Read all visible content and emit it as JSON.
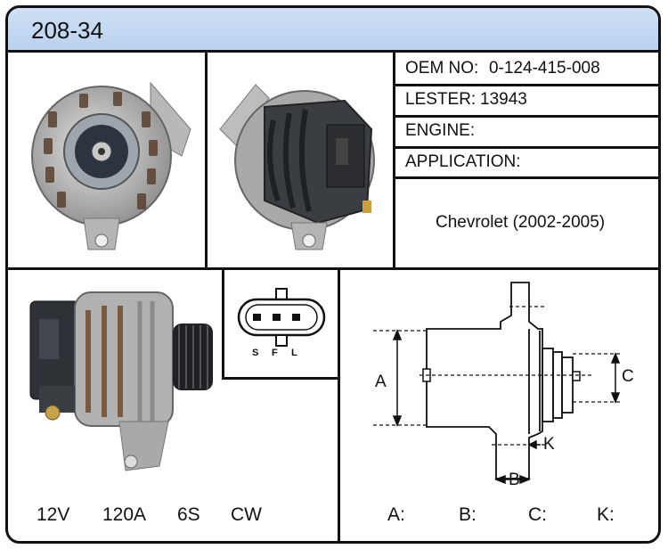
{
  "title": "208-34",
  "specs": {
    "oem_label": "OEM NO:",
    "oem_value": "0-124-415-008",
    "lester_label": "LESTER:",
    "lester_value": "13943",
    "engine_label": "ENGINE:",
    "application_label": "APPLICATION:",
    "application_value": "Chevrolet (2002-2005)"
  },
  "connector": {
    "pins": [
      "S",
      "F",
      "L"
    ]
  },
  "ratings": [
    "12V",
    "120A",
    "6S",
    "CW"
  ],
  "dimensions": {
    "diagram_labels": [
      "A",
      "B",
      "C",
      "K"
    ],
    "fields": [
      "A:",
      "B:",
      "C:",
      "K:"
    ]
  }
}
